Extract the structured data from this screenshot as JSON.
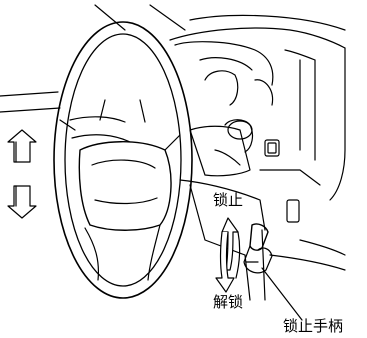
{
  "labels": {
    "lock": "锁止",
    "unlock": "解锁",
    "lock_lever": "锁止手柄"
  },
  "colors": {
    "line": "#000000",
    "background": "#ffffff",
    "arrow_fill": "#888888"
  },
  "icons": {
    "tilt_arrow": "double-headed-vertical-arrow",
    "lever_arrow": "double-headed-curved-arrow"
  }
}
